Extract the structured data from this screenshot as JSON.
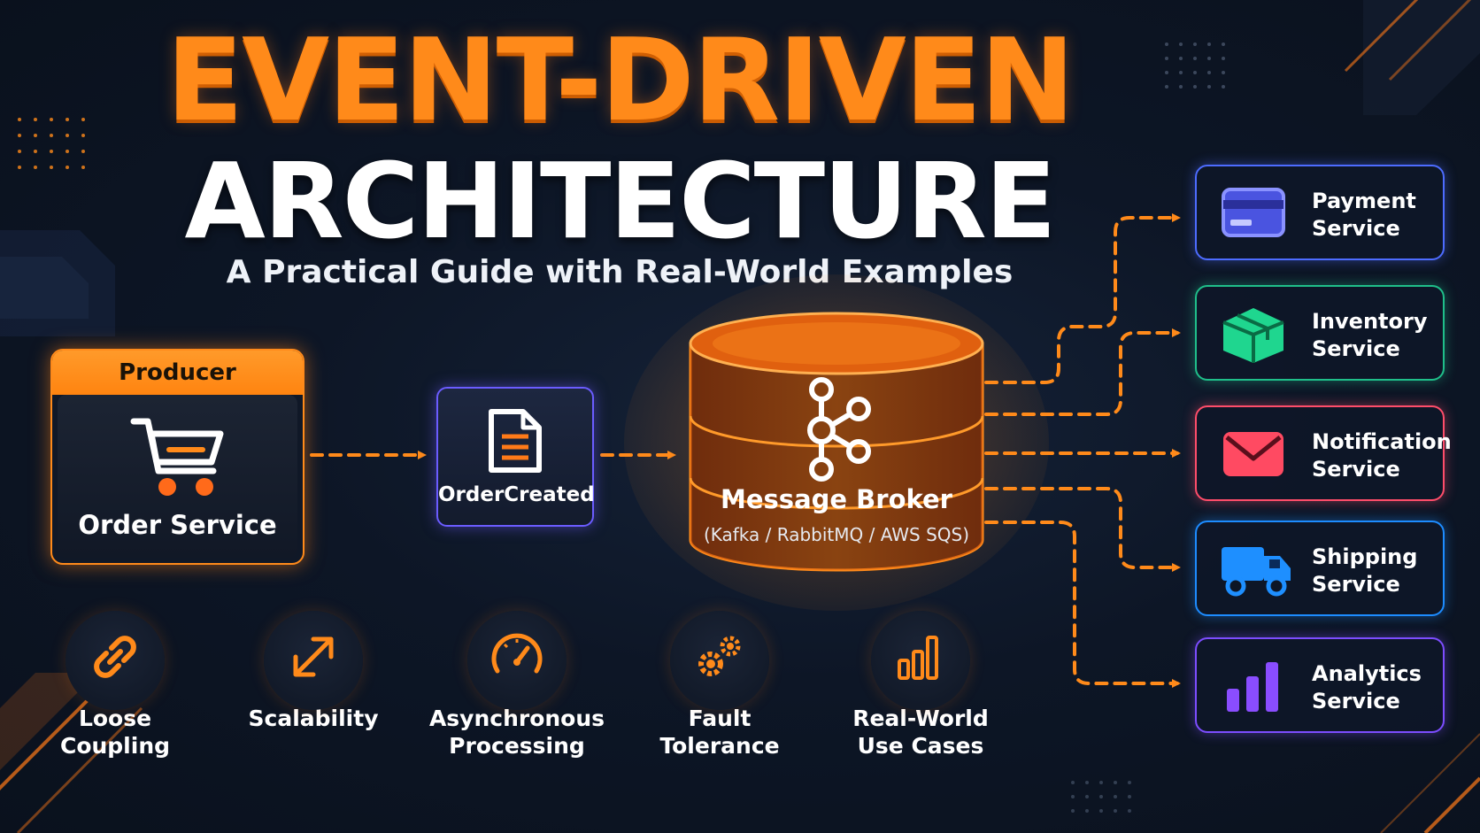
{
  "header": {
    "title_line1": "EVENT-DRIVEN",
    "title_line2": "ARCHITECTURE",
    "subtitle": "A Practical Guide with Real-World Examples"
  },
  "producer": {
    "heading": "Producer",
    "label": "Order Service",
    "icon": "shopping-cart-icon"
  },
  "event": {
    "label": "OrderCreated",
    "icon": "document-icon"
  },
  "broker": {
    "name": "Message Broker",
    "subtitle": "(Kafka / RabbitMQ / AWS SQS)",
    "icon": "kafka-icon"
  },
  "services": [
    {
      "label": "Payment\nService",
      "icon": "credit-card-icon",
      "color": "#5b6cff"
    },
    {
      "label": "Inventory\nService",
      "icon": "package-icon",
      "color": "#22c58a"
    },
    {
      "label": "Notification\nService",
      "icon": "mail-icon",
      "color": "#ff4d6a"
    },
    {
      "label": "Shipping\nService",
      "icon": "truck-icon",
      "color": "#1d8cff"
    },
    {
      "label": "Analytics\nService",
      "icon": "bar-chart-icon",
      "color": "#8a4dff"
    }
  ],
  "benefits": [
    {
      "label": "Loose\nCoupling",
      "icon": "link-icon"
    },
    {
      "label": "Scalability",
      "icon": "resize-arrows-icon"
    },
    {
      "label": "Asynchronous\nProcessing",
      "icon": "speedometer-icon"
    },
    {
      "label": "Fault\nTolerance",
      "icon": "gears-icon"
    },
    {
      "label": "Real-World\nUse Cases",
      "icon": "bar-chart-icon"
    }
  ],
  "colors": {
    "accent": "#ff8a1a",
    "background": "#0d1626"
  }
}
